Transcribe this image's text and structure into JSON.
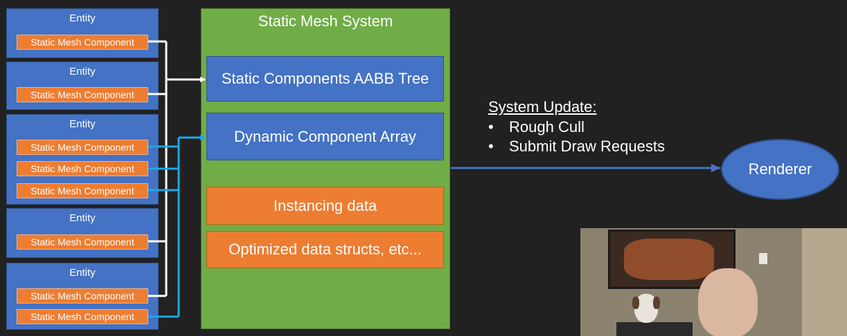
{
  "entity_label": "Entity",
  "component_label": "Static Mesh Component",
  "system": {
    "title": "Static Mesh System",
    "boxes": [
      "Static Components AABB Tree",
      "Dynamic Component Array",
      "Instancing data",
      "Optimized data structs, etc..."
    ]
  },
  "update": {
    "heading": "System Update:",
    "bullets": [
      "Rough Cull",
      "Submit Draw Requests"
    ]
  },
  "renderer_label": "Renderer",
  "colors": {
    "entity": "#4472c4",
    "component": "#ed7d31",
    "system": "#70ad47",
    "static_arrow": "#ffffff",
    "dynamic_arrow": "#1ea7e6",
    "output_arrow": "#4472c4"
  }
}
